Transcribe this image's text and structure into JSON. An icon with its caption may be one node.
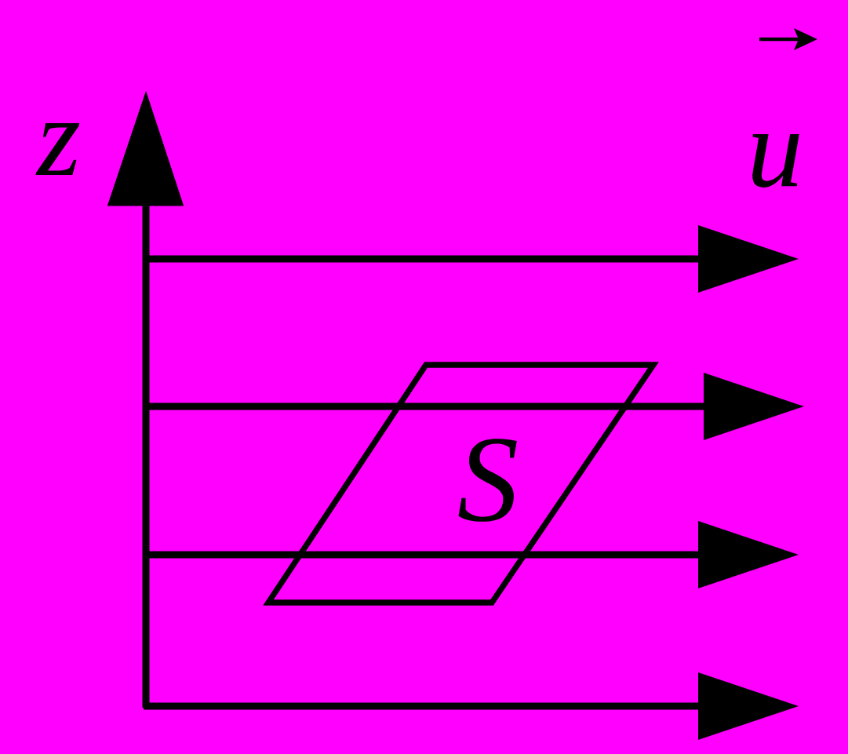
{
  "diagram": {
    "nodes": [
      {
        "text": [
          "S"
        ]
      }
    ],
    "edges": [],
    "labels": [
      "z",
      "u"
    ]
  }
}
